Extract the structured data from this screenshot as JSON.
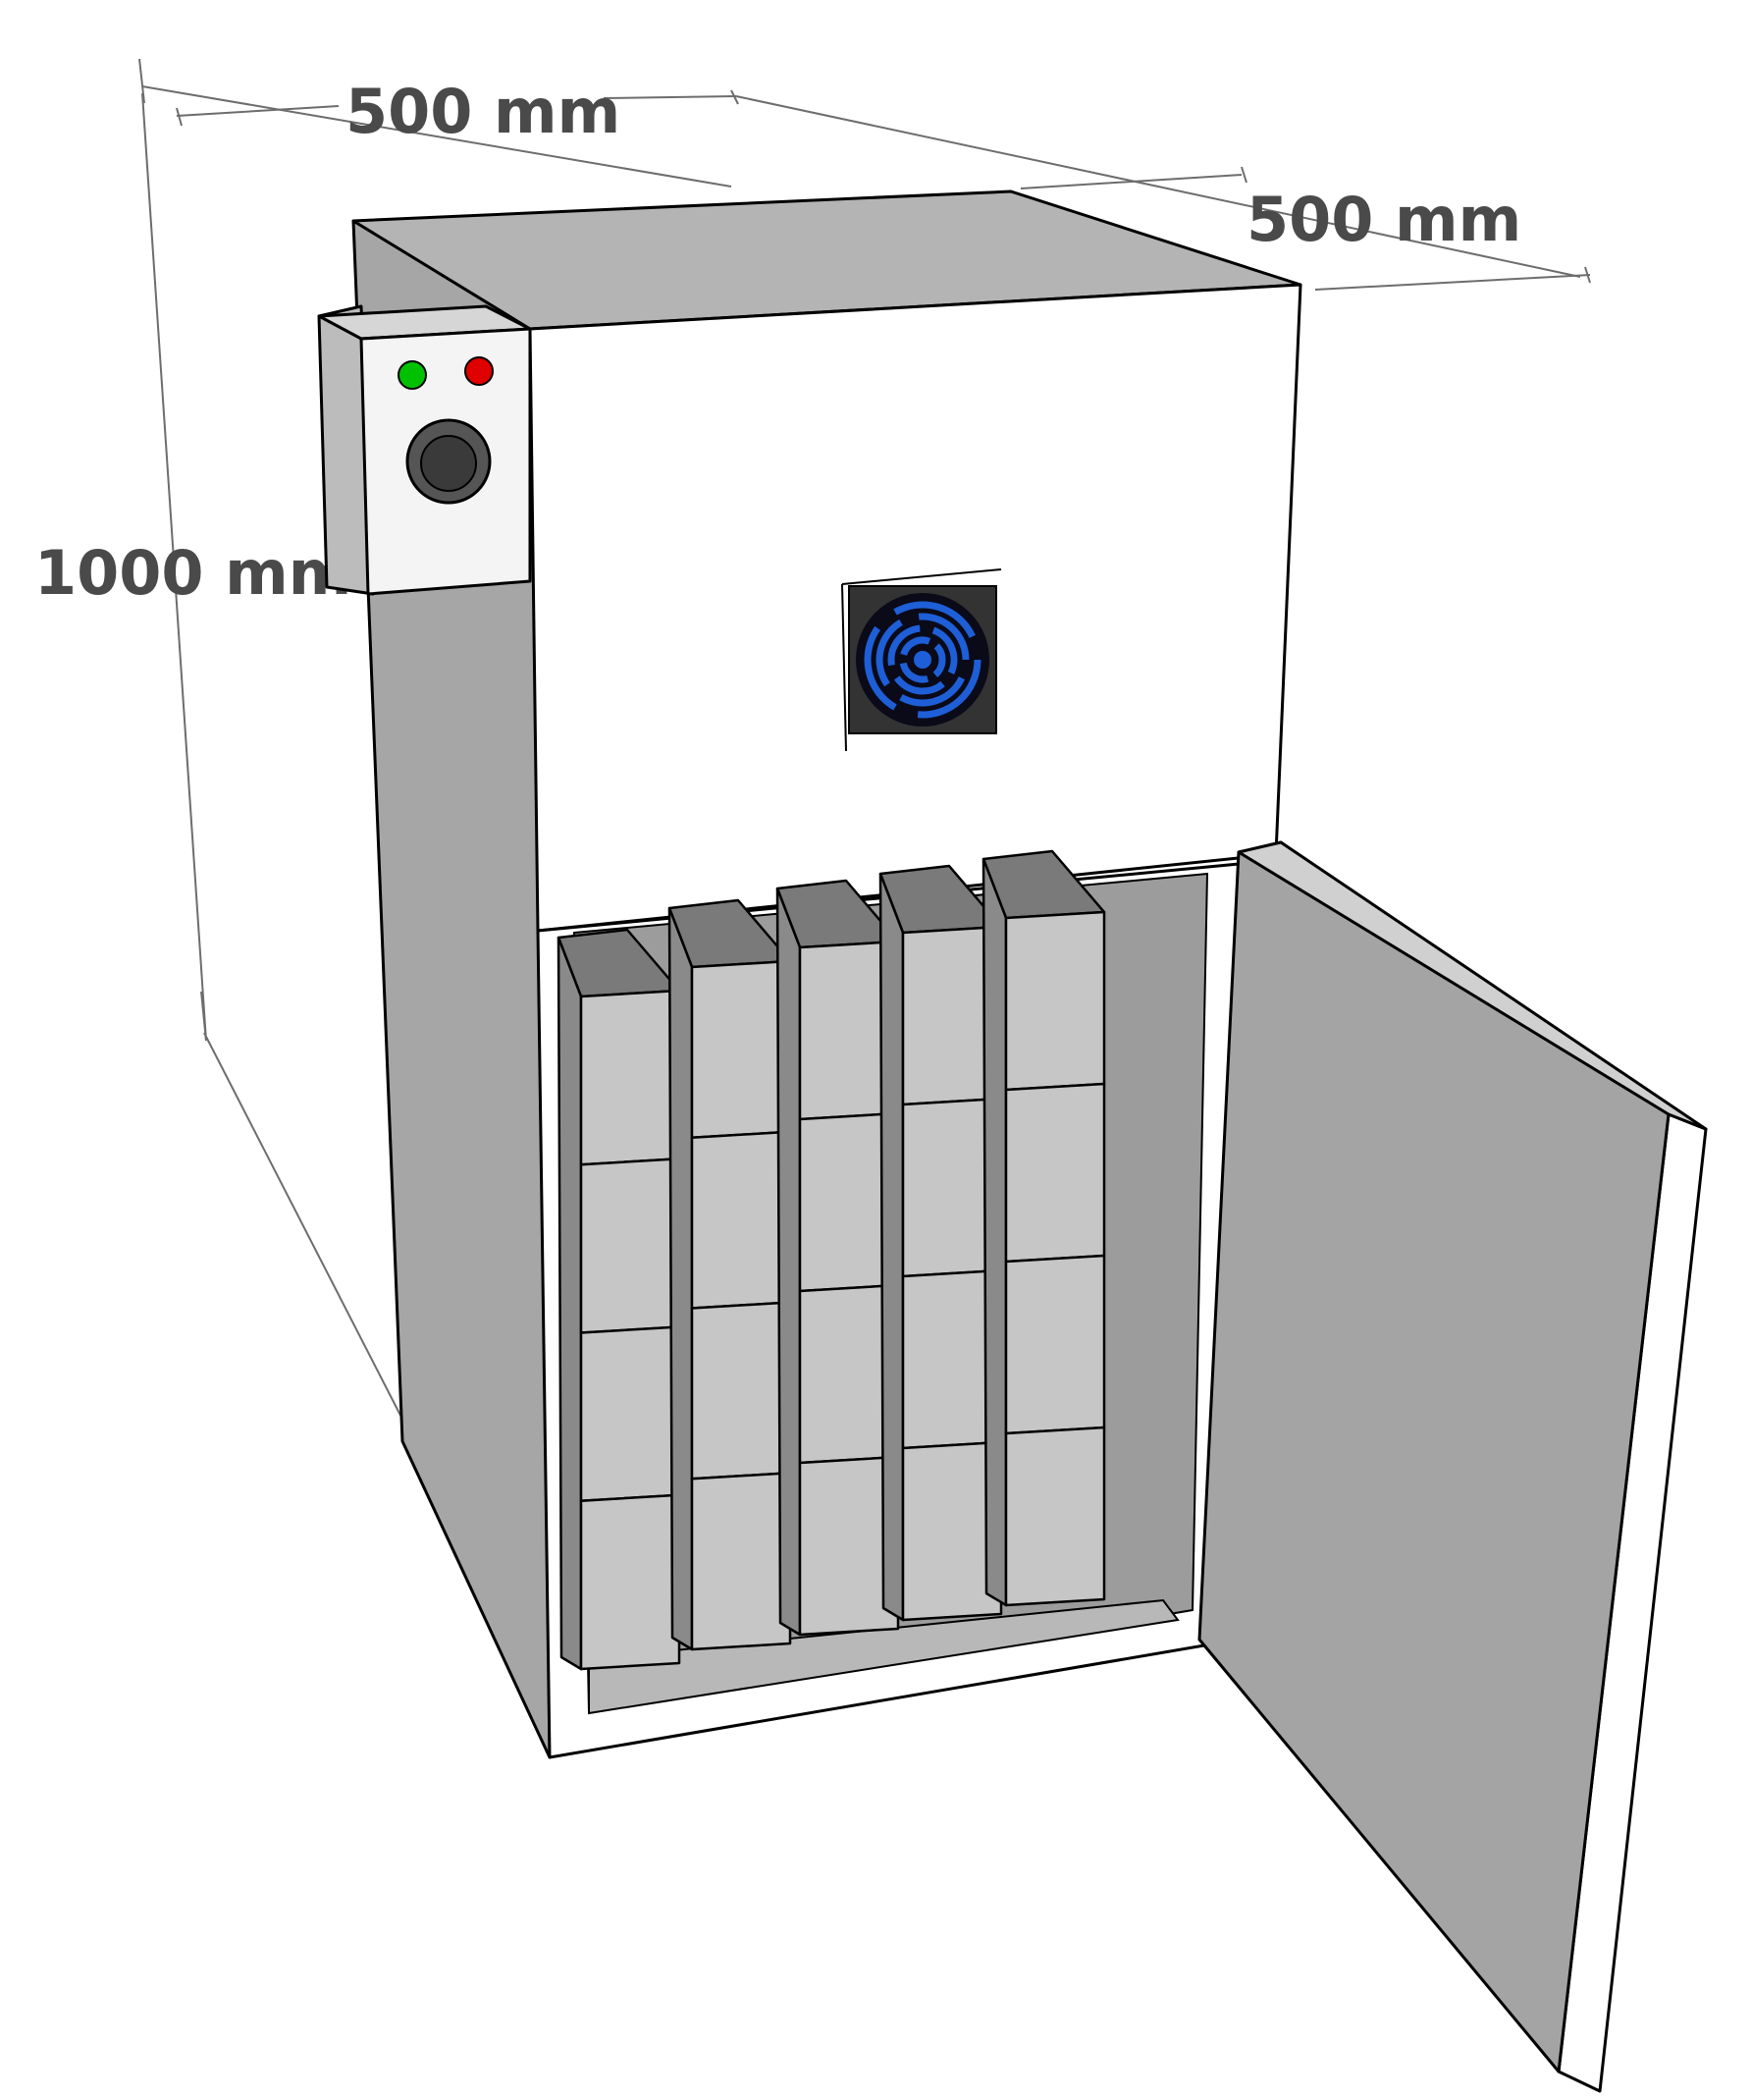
{
  "dimensions": {
    "width_label": "500 mm",
    "depth_label": "500 mm",
    "height_label": "1000 mm"
  },
  "control_panel": {
    "indicators": [
      {
        "name": "green-indicator-light",
        "color": "#00c000"
      },
      {
        "name": "red-indicator-light",
        "color": "#e00000"
      }
    ],
    "knob_color": "#555555"
  },
  "fan": {
    "blade_color": "#1e5fd8",
    "frame_color": "#333333"
  },
  "trays": {
    "columns": 5,
    "rows": 4,
    "face_color": "#c6c6c6",
    "side_color": "#8a8a8a",
    "top_color": "#7a7a7a"
  },
  "colors": {
    "cabinet_side": "#a6a6a6",
    "cabinet_top": "#b4b4b4",
    "cabinet_front": "#ffffff",
    "door_panel": "#a4a4a4"
  }
}
